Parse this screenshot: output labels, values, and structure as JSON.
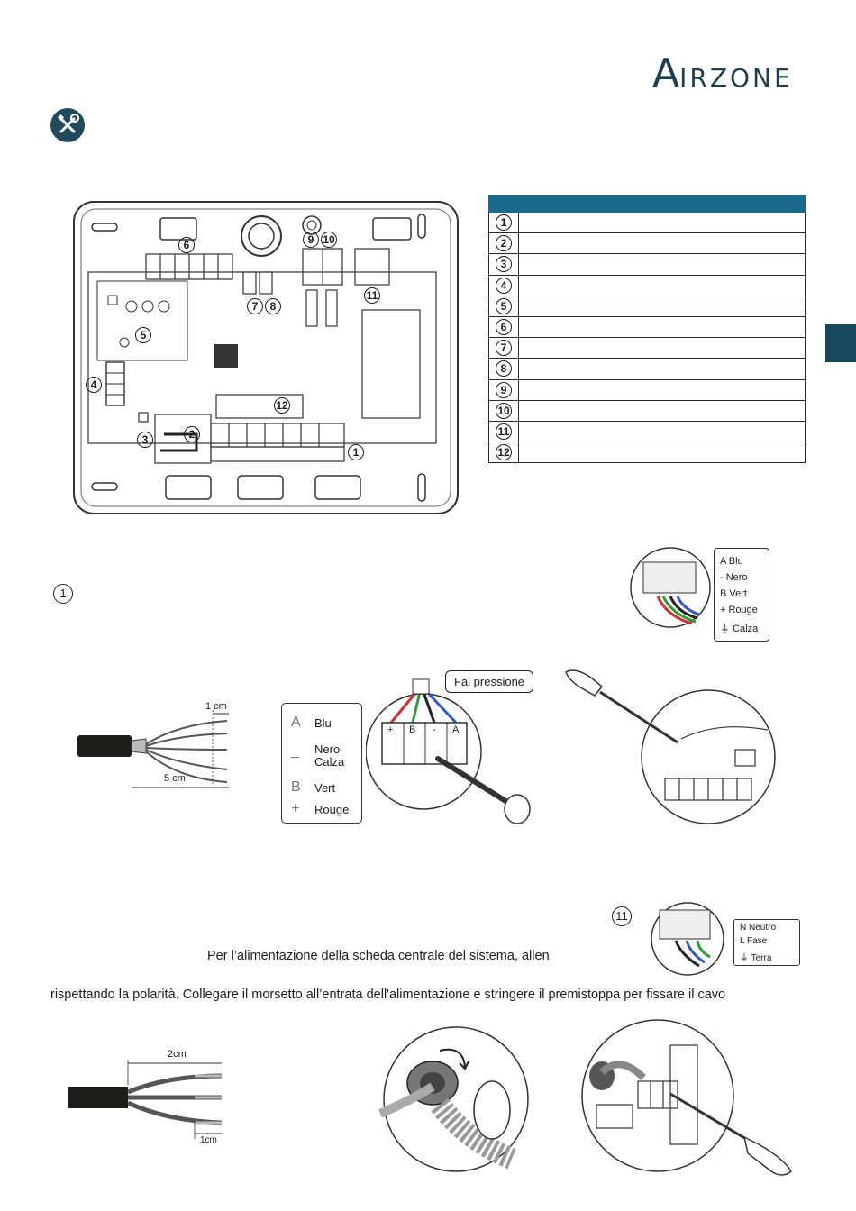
{
  "brand": {
    "name_initial": "A",
    "name_rest": "IRZONE"
  },
  "board_markers": [
    "6",
    "9",
    "10",
    "7",
    "8",
    "11",
    "5",
    "4",
    "12",
    "3",
    "2",
    "1"
  ],
  "legend": {
    "rows": [
      {
        "num": "1"
      },
      {
        "num": "2"
      },
      {
        "num": "3"
      },
      {
        "num": "4"
      },
      {
        "num": "5"
      },
      {
        "num": "6"
      },
      {
        "num": "7"
      },
      {
        "num": "8"
      },
      {
        "num": "9"
      },
      {
        "num": "10"
      },
      {
        "num": "11"
      },
      {
        "num": "12"
      }
    ]
  },
  "bus_section": {
    "marker": "1",
    "top_legend": [
      {
        "sym": "A",
        "label": "Blu"
      },
      {
        "sym": "-",
        "label": "Nero"
      },
      {
        "sym": "B",
        "label": "Vert"
      },
      {
        "sym": "+",
        "label": "Rouge"
      },
      {
        "sym": "⏚",
        "label": "Calza"
      }
    ],
    "cable": {
      "strip_len": "1 cm",
      "sheath_len": "5 cm"
    },
    "color_legend": [
      {
        "sym": "A",
        "label": "Blu"
      },
      {
        "sym": "_",
        "label": "Nero\nCalza"
      },
      {
        "sym": "B",
        "label": "Vert"
      },
      {
        "sym": "+",
        "label": "Rouge"
      }
    ],
    "terminal_labels": [
      "+",
      "B",
      "-",
      "A"
    ],
    "callout": "Fai pressione"
  },
  "power_section": {
    "marker": "11",
    "legend": [
      {
        "sym": "N",
        "label": "Neutro"
      },
      {
        "sym": "L",
        "label": "Fase"
      },
      {
        "sym": "⏚",
        "label": "Terra"
      }
    ],
    "text_line1": "Per  l’alimentazione  della  scheda  centrale  del  sistema,  allen",
    "text_line2": "rispettando  la  polarità.  Collegare  il  morsetto  all’entrata  dell'alimentazione  e  stringere  il  premistoppa  per  fissare  il  cavo",
    "cable": {
      "sheath_len": "2cm",
      "strip_len": "1cm"
    }
  },
  "colors": {
    "accent": "#1b6a8c",
    "dark": "#17475b",
    "wire_red": "#d32f2f",
    "wire_green": "#2e9b3a",
    "wire_blue": "#2d58c8"
  }
}
